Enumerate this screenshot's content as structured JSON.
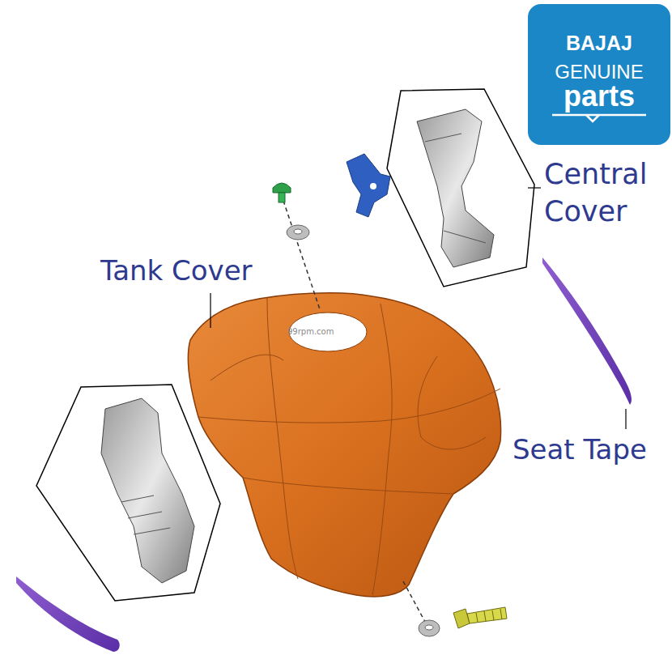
{
  "diagram": {
    "nodes": [
      {
        "text": [
          "BAJAJ",
          "GENUINE",
          "parts"
        ]
      }
    ],
    "labels": [
      "Tank Cover",
      "Central Cover",
      "Seat Tape",
      "99rpm.com"
    ]
  }
}
